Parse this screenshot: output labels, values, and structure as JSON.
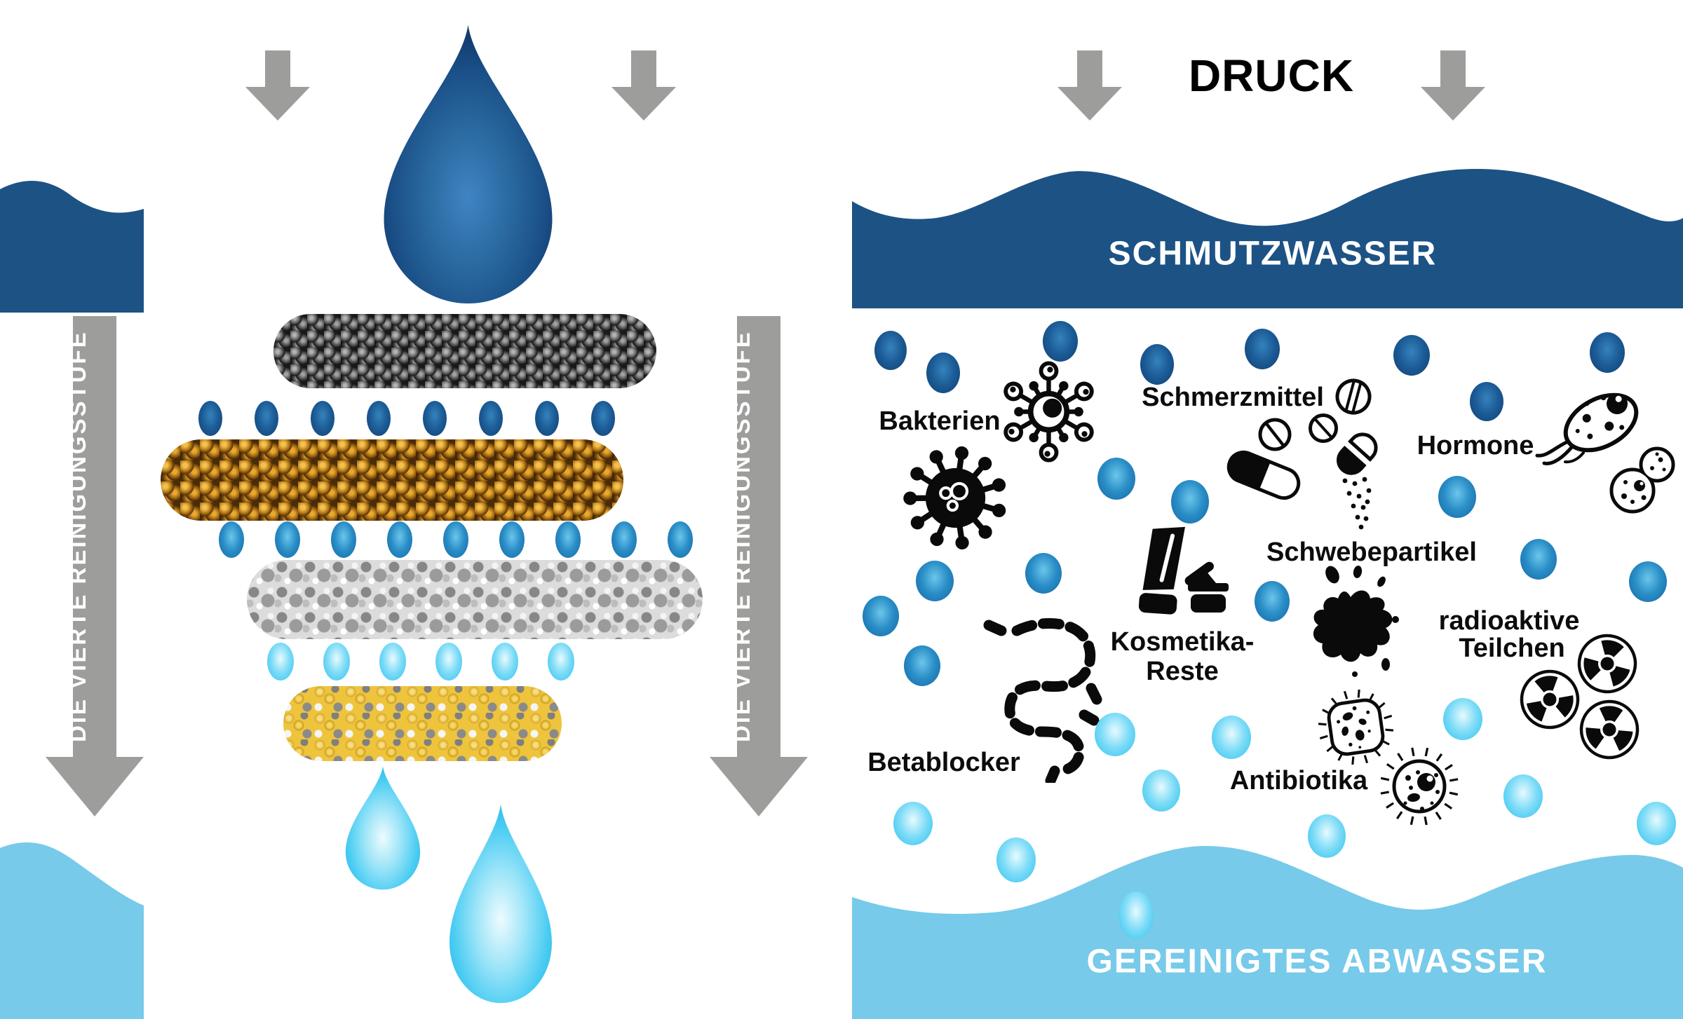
{
  "left_panel": {
    "stage_arrow_label": "DIE VIERTE REINIGUNGSSTUFE",
    "inlet_color": "#1d5285",
    "outlet_color": "#77cae9",
    "filter_layers": [
      {
        "name": "carbon granulate",
        "base_color": "#191919"
      },
      {
        "name": "brown granulate",
        "base_color": "#b97b16"
      },
      {
        "name": "gray pebbles",
        "base_color": "#dcdcdc"
      },
      {
        "name": "yellow granulate",
        "base_color": "#eec43c"
      }
    ],
    "drop_row_counts": [
      8,
      9,
      6
    ]
  },
  "right_panel": {
    "pressure_label": "DRUCK",
    "dirty_band": {
      "label": "SCHMUTZWASSER",
      "color": "#1d5285"
    },
    "clean_band": {
      "label": "GEREINIGTES ABWASSER",
      "color": "#77cae9"
    },
    "contaminants": {
      "bakterien": "Bakterien",
      "schmerzmittel": "Schmerzmittel",
      "hormone": "Hormone",
      "schwebepartikel": "Schwebepartikel",
      "kosmetika_line1": "Kosmetika-",
      "kosmetika_line2": "Reste",
      "radioaktiv_line1": "radioaktive",
      "radioaktiv_line2": "Teilchen",
      "betablocker": "Betablocker",
      "antibiotika": "Antibiotika"
    }
  },
  "colors": {
    "arrow_gray": "#9d9d9c",
    "icon_black": "#0a0a0a",
    "drop_dark": [
      "#3583bc",
      "#1c5c97",
      "#113e70"
    ],
    "drop_medium": [
      "#6cc6ea",
      "#2a8ec7",
      "#1565a3"
    ],
    "drop_light": [
      "#e8fafe",
      "#7edcf7",
      "#2ec2ee"
    ],
    "big_drop": [
      "#3f84c3",
      "#29689f",
      "#123c6e"
    ]
  }
}
